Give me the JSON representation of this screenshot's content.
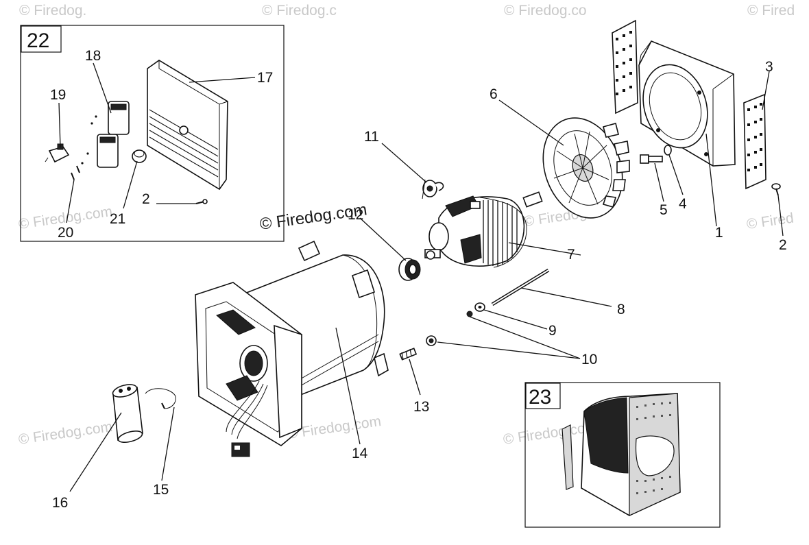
{
  "watermark": {
    "main": "© Firedog.com",
    "faint": [
      "© Firedog.",
      "© Firedog.c",
      "© Firedog.co",
      "© Fired",
      "© Firedog.com",
      "© Firedog.co",
      "© Fired",
      "© Firedog.com",
      "© Firedog.com",
      "© Firedog.com"
    ]
  },
  "callouts": {
    "n1": "1",
    "n2a": "2",
    "n2b": "2",
    "n3": "3",
    "n4": "4",
    "n5": "5",
    "n6": "6",
    "n7": "7",
    "n8": "8",
    "n9": "9",
    "n10": "10",
    "n11": "11",
    "n12": "12",
    "n13": "13",
    "n14": "14",
    "n15": "15",
    "n16": "16",
    "n17": "17",
    "n18": "18",
    "n19": "19",
    "n20": "20",
    "n21": "21"
  },
  "boxes": {
    "box22": "22",
    "box23": "23"
  },
  "colors": {
    "line": "#111111",
    "watermark": "#c9c9c9",
    "fill_dark": "#222222"
  }
}
